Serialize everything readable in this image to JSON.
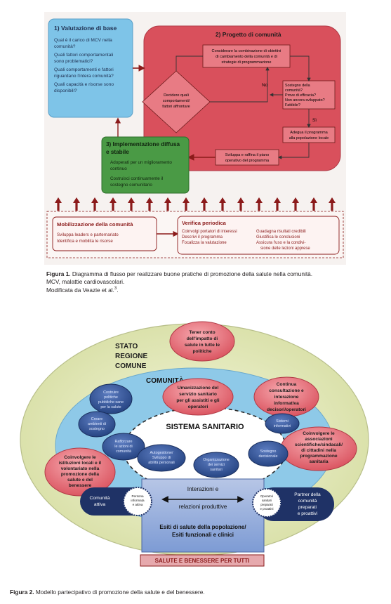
{
  "figure1": {
    "box1": {
      "title": "1) Valutazione di base",
      "q1a": "Qual è il carico di MCV nella",
      "q1b": "comunità?",
      "q2a": "Quali fattori comportamentali",
      "q2b": "sono problematici?",
      "q3a": "Quali comportamenti e fattori",
      "q3b": "riguardano l'intera comunità?",
      "q4a": "Quali capacità e risorse sono",
      "q4b": "disponibili?"
    },
    "box2": {
      "title": "2)   Progetto di comunità",
      "consider1": "Considerare la combinazione di obiettivi",
      "consider2": "di cambiamento della comunità e di",
      "consider3": "strategie di programmazione",
      "decide1": "Decidere quali",
      "decide2": "comportamenti/",
      "decide3": "fattori affrontare",
      "no": "No",
      "si": "Sì",
      "sost1": "Sostegno della",
      "sost2": "comunità?",
      "sost3": "Prove di efficacia?",
      "sost4": "Non ancora sviluppato?",
      "sost5": "Fattibile?",
      "adegua1": "Adegua il programma",
      "adegua2": "alla popolazione locale",
      "svil1": "Sviluppa e raffina il piano",
      "svil2": "operativo del programma"
    },
    "box3": {
      "title1": "3) Implementazione diffusa",
      "title2": "e stabile",
      "l1": "Adoperati per un miglioramento",
      "l2": "continuo",
      "l3": "Costruisci continuamente il",
      "l4": "sostegno comunitario"
    },
    "mobil": {
      "title": "Mobilizzazione della comunità",
      "l1": "Sviluppa leaders e parternariato",
      "l2": "Identifica e mobilita le risorse"
    },
    "verifica": {
      "title": "Verifica periodica",
      "c1a": "Coinvolgi portatori di interessi",
      "c1b": "Descrivi il programma",
      "c1c": "Focalizza la valutazione",
      "c2a": "Guadagna risultati credibili",
      "c2b": "Giustifica le conclusioni",
      "c2c": "Assicura l'uso e la condivi-",
      "c2d": "sione delle lezioni apprese"
    },
    "caption": {
      "label": "Figura 1.",
      "text": " Diagramma di flusso per realizzare buone pratiche di promozione della salute nella comunità.",
      "line2": "MCV, malattie cardiovascolari.",
      "line3": "Modificata da Veazie et al.",
      "sup": "3",
      "end": "."
    }
  },
  "figure2": {
    "stato": "STATO",
    "regione": "REGIONE",
    "comune": "COMUNE",
    "comunita": "COMUNITÀ",
    "sistema": "SISTEMA SANITARIO",
    "red_top": [
      "Tener conto",
      "dell'impatto di",
      "salute in tutte le",
      "politiche"
    ],
    "red_human": [
      "Umanizzazione del",
      "servizio sanitario",
      "per gli assistiti e gli",
      "operatori"
    ],
    "red_cont": [
      "Continua",
      "consultazione e",
      "interazione",
      "informativa",
      "decisori/operatori"
    ],
    "red_assoc": [
      "Coinvolgere le",
      "associazioni",
      "scientifiche/sindacali/",
      "di cittadini nella",
      "programmazione",
      "sanitaria"
    ],
    "red_ist": [
      "Coinvolgere le",
      "istituzioni locali e il",
      "volontariato nella",
      "promozione della",
      "salute e del",
      "benessere"
    ],
    "blue_pol": [
      "Costruire",
      "politiche",
      "pubbliche sane",
      "per la salute"
    ],
    "blue_amb": [
      "Creare",
      "ambienti di",
      "sostegno"
    ],
    "blue_raff": [
      "Rafforzare",
      "le azioni di",
      "comunità"
    ],
    "blue_autog": [
      "Autogestione/",
      "Sviluppo di",
      "abilità personali"
    ],
    "blue_org": [
      "Organizzazione",
      "dei servizi",
      "sanitari"
    ],
    "blue_sost": [
      "Sostegno",
      "decisionale"
    ],
    "blue_sist": [
      "Sistemi",
      "informativi"
    ],
    "interazioni1": "Interazioni e",
    "interazioni2": "relazioni produttive",
    "comunita_attiva": [
      "Comunità",
      "attiva"
    ],
    "persona": [
      "Persona",
      "informata",
      "e attiva"
    ],
    "operatori": [
      "Operatori",
      "sanitari",
      "preparati",
      "e proattivi"
    ],
    "partner": [
      "Partner della",
      "comunità",
      "preparati",
      "e proattivi"
    ],
    "esiti1": "Esiti di salute della popolazione/",
    "esiti2": "Esiti funzionali e clinici",
    "salute": "SALUTE E BENESSERE PER TUTTI",
    "caption": {
      "label": "Figura 2.",
      "text": " Modello partecipativo di promozione della salute e del benessere."
    }
  },
  "colors": {
    "red": "#d9505c",
    "blue": "#2e4a8a",
    "green": "#4a9a45",
    "lightblue": "#7ec4e8",
    "darkred": "#8b1a1a"
  }
}
